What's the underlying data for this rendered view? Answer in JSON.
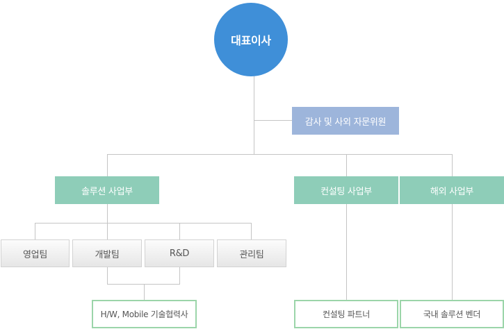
{
  "org_chart": {
    "ceo": "대표이사",
    "advisory": "감사 및 사외 자문위원",
    "divisions": {
      "solution": "솔루션 사업부",
      "consulting": "컨설팅 사업부",
      "overseas": "해외 사업부"
    },
    "teams": {
      "sales": "영업팀",
      "development": "개발팀",
      "rnd": "R&D",
      "management": "관리팀"
    },
    "partners": {
      "hw_mobile": "H/W, Mobile 기술협력사",
      "consulting_partner": "컨설팅 파트너",
      "domestic_vendor": "국내 솔루션 벤더"
    }
  },
  "colors": {
    "ceo": "#3f8fd8",
    "advisory": "#9db5db",
    "division": "#8ecdb8",
    "partner_border": "#9bd5a9",
    "connector": "#c4c4c4"
  }
}
